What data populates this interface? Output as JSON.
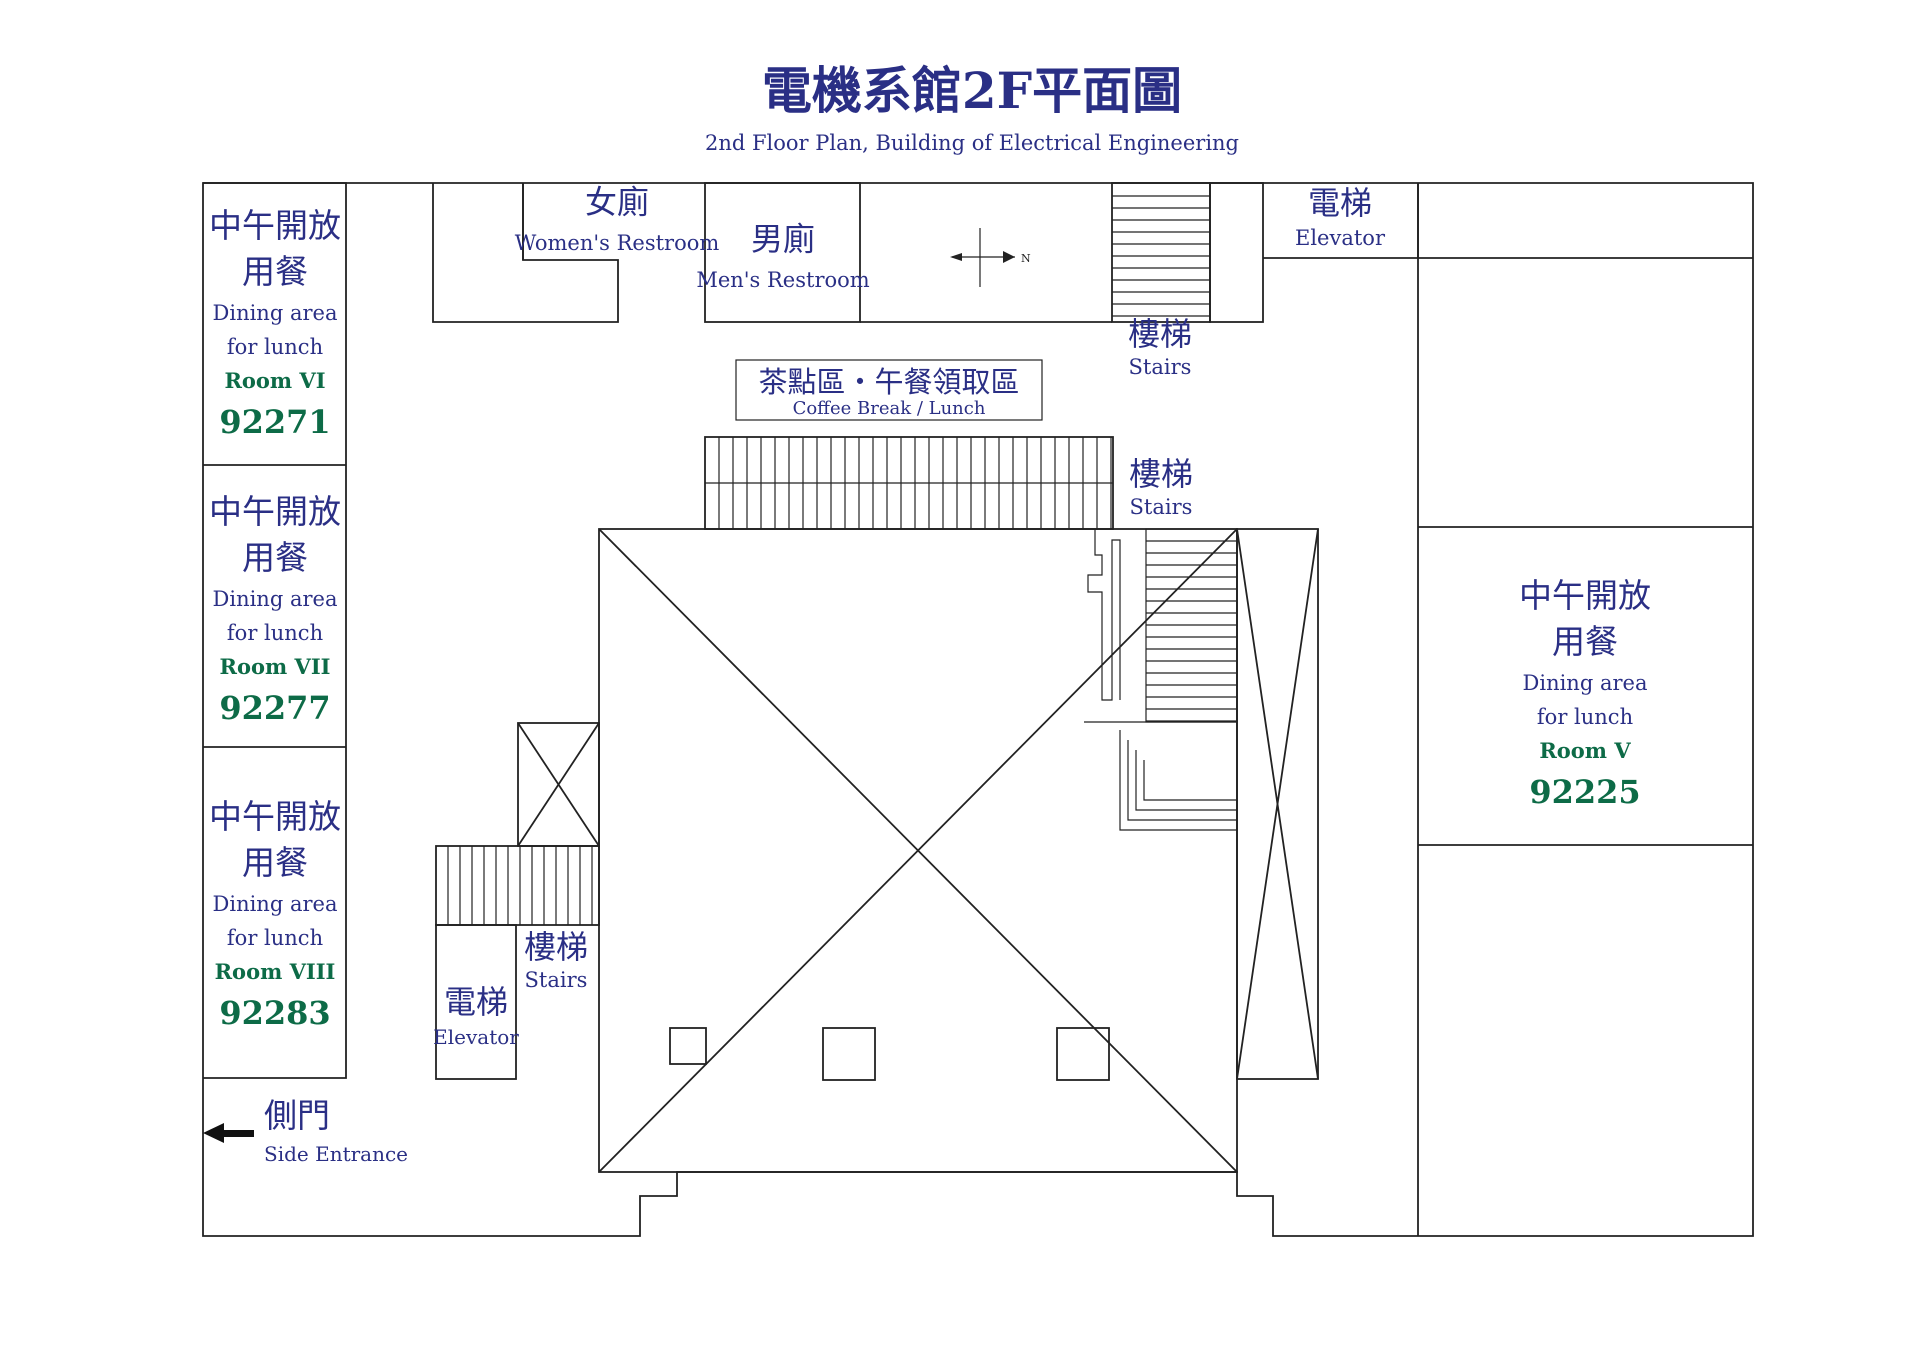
{
  "title": "電機系館2F平面圖",
  "subtitle": "2nd Floor Plan, Building of Electrical Engineering",
  "compass_label": "N",
  "colors": {
    "heading": "#2a2f85",
    "room_number": "#0d6b47",
    "lines": "#222222"
  },
  "restrooms": {
    "women_zh": "女廁",
    "women_en": "Women's Restroom",
    "men_zh": "男廁",
    "men_en": "Men's Restroom"
  },
  "elevator_top": {
    "zh": "電梯",
    "en": "Elevator"
  },
  "elevator_left": {
    "zh": "電梯",
    "en": "Elevator"
  },
  "stairs": [
    {
      "zh": "樓梯",
      "en": "Stairs"
    },
    {
      "zh": "樓梯",
      "en": "Stairs"
    },
    {
      "zh": "樓梯",
      "en": "Stairs"
    }
  ],
  "coffee": {
    "zh": "茶點區・午餐領取區",
    "en": "Coffee Break / Lunch"
  },
  "side_entrance": {
    "zh": "側門",
    "en": "Side Entrance"
  },
  "dining_rooms": [
    {
      "zh_line1": "中午開放",
      "zh_line2": "用餐",
      "en_line1": "Dining area",
      "en_line2": "for lunch",
      "room": "Room VI",
      "number": "92271"
    },
    {
      "zh_line1": "中午開放",
      "zh_line2": "用餐",
      "en_line1": "Dining area",
      "en_line2": "for lunch",
      "room": "Room VII",
      "number": "92277"
    },
    {
      "zh_line1": "中午開放",
      "zh_line2": "用餐",
      "en_line1": "Dining area",
      "en_line2": "for lunch",
      "room": "Room VIII",
      "number": "92283"
    },
    {
      "zh_line1": "中午開放",
      "zh_line2": "用餐",
      "en_line1": "Dining area",
      "en_line2": "for lunch",
      "room": "Room V",
      "number": "92225"
    }
  ]
}
